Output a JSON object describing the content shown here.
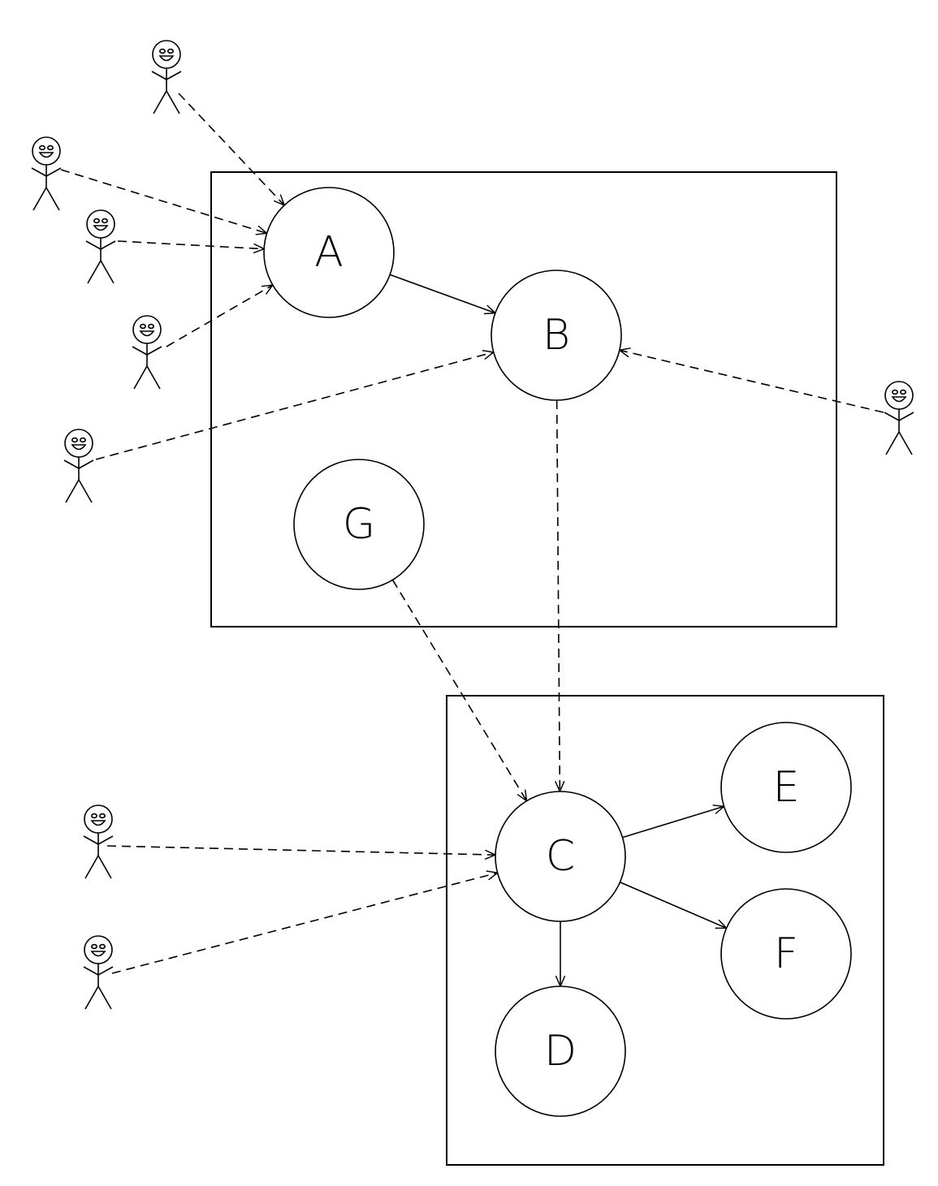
{
  "diagram": {
    "nodes": [
      {
        "id": "A",
        "label": "A"
      },
      {
        "id": "B",
        "label": "B"
      },
      {
        "id": "G",
        "label": "G"
      },
      {
        "id": "C",
        "label": "C"
      },
      {
        "id": "D",
        "label": "D"
      },
      {
        "id": "E",
        "label": "E"
      },
      {
        "id": "F",
        "label": "F"
      }
    ],
    "groups": [
      {
        "id": "group-top",
        "members": [
          "A",
          "B",
          "G"
        ]
      },
      {
        "id": "group-bottom",
        "members": [
          "C",
          "D",
          "E",
          "F"
        ]
      }
    ],
    "edges": [
      {
        "from": "A",
        "to": "B",
        "style": "solid"
      },
      {
        "from": "B",
        "to": "C",
        "style": "dashed"
      },
      {
        "from": "G",
        "to": "C",
        "style": "dashed"
      },
      {
        "from": "C",
        "to": "D",
        "style": "solid"
      },
      {
        "from": "C",
        "to": "E",
        "style": "solid"
      },
      {
        "from": "C",
        "to": "F",
        "style": "solid"
      }
    ],
    "actors": [
      {
        "id": "actor-1",
        "target": "A"
      },
      {
        "id": "actor-2",
        "target": "A"
      },
      {
        "id": "actor-3",
        "target": "A"
      },
      {
        "id": "actor-4",
        "target": "A"
      },
      {
        "id": "actor-5",
        "target": "B"
      },
      {
        "id": "actor-6",
        "target": "B"
      },
      {
        "id": "actor-7",
        "target": "C"
      },
      {
        "id": "actor-8",
        "target": "C"
      }
    ],
    "actor_icon": "smiley-stick-figure-icon",
    "actor_edge_style": "dashed"
  }
}
